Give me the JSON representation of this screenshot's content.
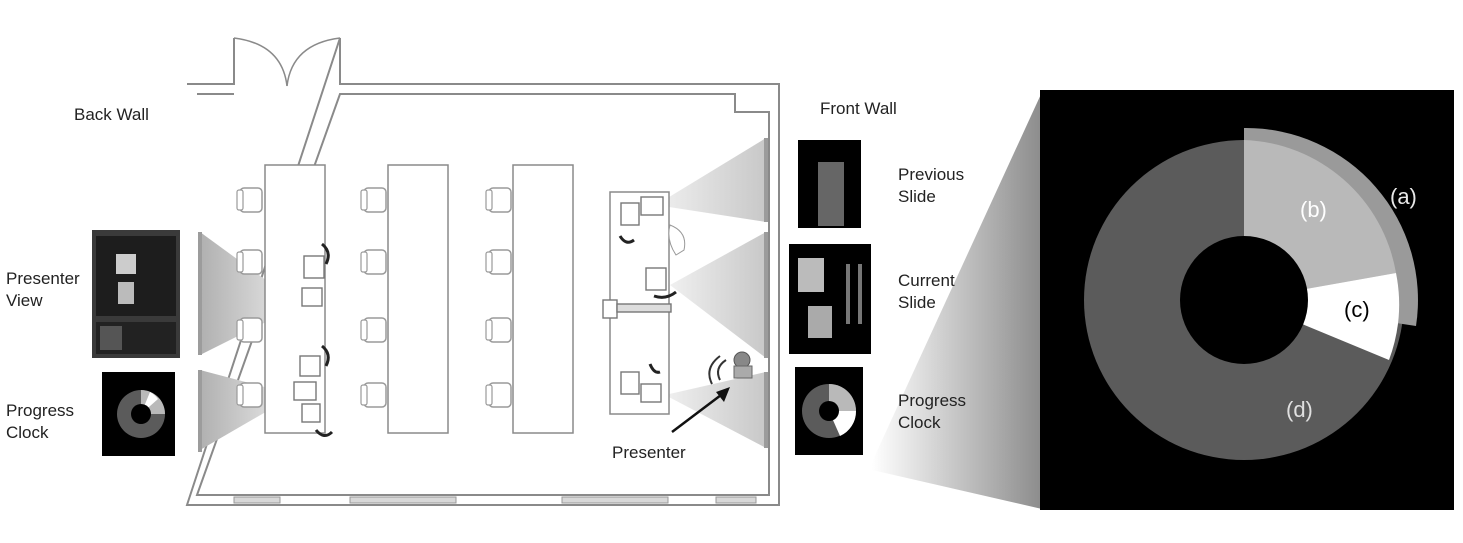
{
  "labels": {
    "back_wall": "Back Wall",
    "front_wall": "Front Wall",
    "presenter_view": "Presenter\nView",
    "progress_clock_left": "Progress\nClock",
    "previous_slide": "Previous\nSlide",
    "current_slide": "Current\nSlide",
    "progress_clock_right": "Progress\nClock",
    "presenter": "Presenter"
  },
  "clock": {
    "segments": [
      {
        "label": "(a)",
        "color": "#9a9a9a"
      },
      {
        "label": "(b)",
        "color": "#b9b9b9"
      },
      {
        "label": "(c)",
        "color": "#ffffff"
      },
      {
        "label": "(d)",
        "color": "#5b5b5b"
      }
    ],
    "background": "#000000"
  },
  "colors": {
    "wall": "#8a8a8a",
    "projection": "#d2d2d2",
    "furniture": "#9a9a9a"
  }
}
